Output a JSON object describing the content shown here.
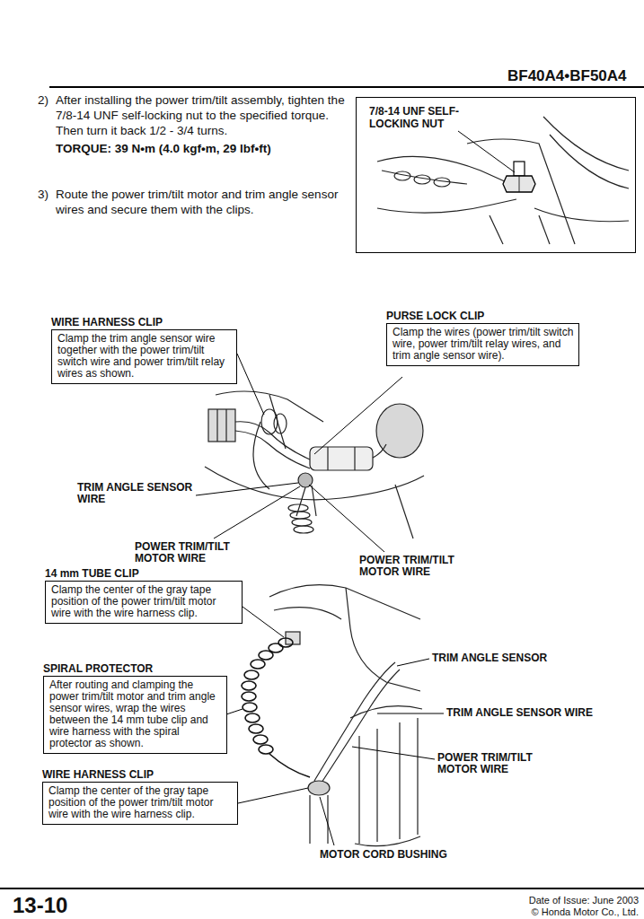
{
  "diagram": {
    "nodes": [
      {
        "text": [
          "7/8-14 UNF SELF- LOCKING NUT"
        ]
      },
      {
        "text": [
          "WIRE HARNESS CLIP",
          "Clamp the trim angle sensor wire together with the power trim/tilt switch wire and power trim/tilt relay wires as shown."
        ]
      },
      {
        "text": [
          "PURSE LOCK CLIP",
          "Clamp the wires (power trim/tilt switch wire, power trim/tilt relay wires, and trim angle sensor wire)."
        ]
      },
      {
        "text": [
          "14 mm TUBE CLIP",
          "Clamp the center of the gray tape position of the power trim/tilt motor wire with the wire harness clip."
        ]
      },
      {
        "text": [
          "SPIRAL PROTECTOR",
          "After routing and clamping the power trim/tilt motor and trim angle sensor wires, wrap the wires between the 14 mm tube clip and wire harness with the spiral protector as shown."
        ]
      },
      {
        "text": [
          "WIRE HARNESS CLIP",
          "Clamp the center of the gray tape position of the power trim/tilt motor wire with the wire harness clip."
        ]
      }
    ],
    "labels": [
      "BF40A4•BF50A4",
      "2)",
      "After installing the power trim/tilt assembly, tighten the 7/8-14 UNF self-locking nut to the specified torque. Then turn it back 1/2 - 3/4 turns.",
      "TORQUE: 39 N•m (4.0 kgf•m, 29 lbf•ft)",
      "3)",
      "Route the power trim/tilt motor and trim angle sensor wires and secure them with the clips.",
      "TRIM ANGLE SENSOR WIRE",
      "POWER TRIM/TILT MOTOR WIRE",
      "POWER TRIM/TILT MOTOR WIRE",
      "TRIM ANGLE SENSOR",
      "TRIM ANGLE SENSOR WIRE",
      "POWER TRIM/TILT MOTOR WIRE",
      "MOTOR CORD BUSHING",
      "13-10",
      "Date of Issue: June 2003",
      "© Honda Motor Co., Ltd."
    ]
  }
}
